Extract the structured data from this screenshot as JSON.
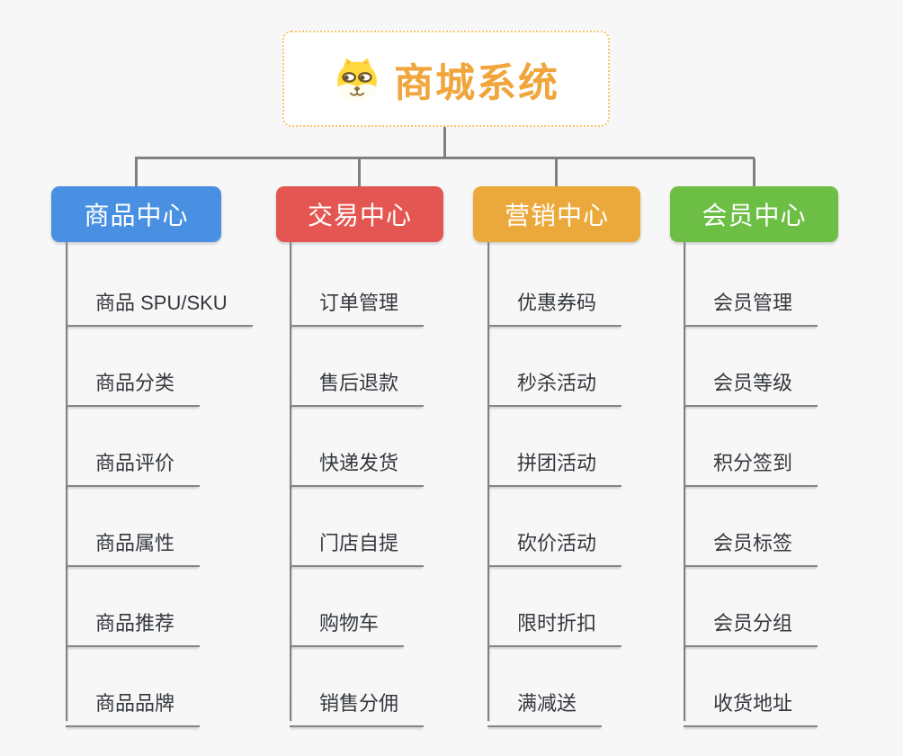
{
  "root": {
    "label": "商城系统",
    "icon": "dog-face-icon",
    "label_color": "#F0A63C",
    "border_color": "#F6C56F"
  },
  "branches": [
    {
      "label": "商品中心",
      "color": "#4A90E2",
      "children": [
        "商品 SPU/SKU",
        "商品分类",
        "商品评价",
        "商品属性",
        "商品推荐",
        "商品品牌"
      ]
    },
    {
      "label": "交易中心",
      "color": "#E45651",
      "children": [
        "订单管理",
        "售后退款",
        "快递发货",
        "门店自提",
        "购物车",
        "销售分佣"
      ]
    },
    {
      "label": "营销中心",
      "color": "#ECA93B",
      "children": [
        "优惠券码",
        "秒杀活动",
        "拼团活动",
        "砍价活动",
        "限时折扣",
        "满减送"
      ]
    },
    {
      "label": "会员中心",
      "color": "#6DBE45",
      "children": [
        "会员管理",
        "会员等级",
        "积分签到",
        "会员标签",
        "会员分组",
        "收货地址"
      ]
    }
  ],
  "colors": {
    "background": "#F7F7F7",
    "connector": "#808080",
    "underline": "#858585",
    "child_text": "#34383D"
  }
}
